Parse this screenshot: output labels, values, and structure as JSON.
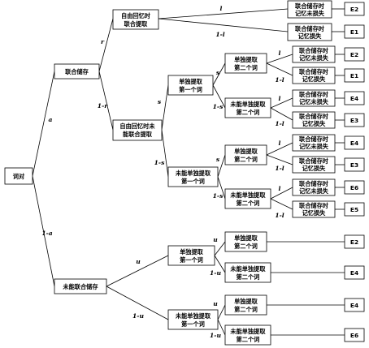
{
  "nodes": {
    "root": "词对",
    "joint_storage": "联合储存",
    "not_joint_storage": "未能联合储存",
    "free_recall_joint": [
      "自由回忆时",
      "联合提取"
    ],
    "free_recall_not_joint": [
      "自由回忆时未",
      "能联合提取"
    ],
    "single_extract_first": [
      "单独提取",
      "第一个词"
    ],
    "not_single_extract_first": [
      "未能单独提取",
      "第一个词"
    ],
    "single_extract_second": [
      "单独提取",
      "第二个词"
    ],
    "not_single_extract_second": [
      "未能单独提取",
      "第二个词"
    ],
    "joint_stored_recall_ok": [
      "联合储存时",
      "记忆未损失"
    ],
    "joint_stored_recall_lost": [
      "联合储存时",
      "记忆损失"
    ]
  },
  "params": {
    "a": "a",
    "one_minus_a": "1-a",
    "r": "r",
    "one_minus_r": "1-r",
    "s": "s",
    "one_minus_s": "1-s",
    "l": "l",
    "one_minus_l": "1-l",
    "u": "u",
    "one_minus_u": "1-u"
  },
  "outcomes": {
    "E1": "E1",
    "E2": "E2",
    "E3": "E3",
    "E4": "E4",
    "E5": "E5",
    "E6": "E6"
  }
}
